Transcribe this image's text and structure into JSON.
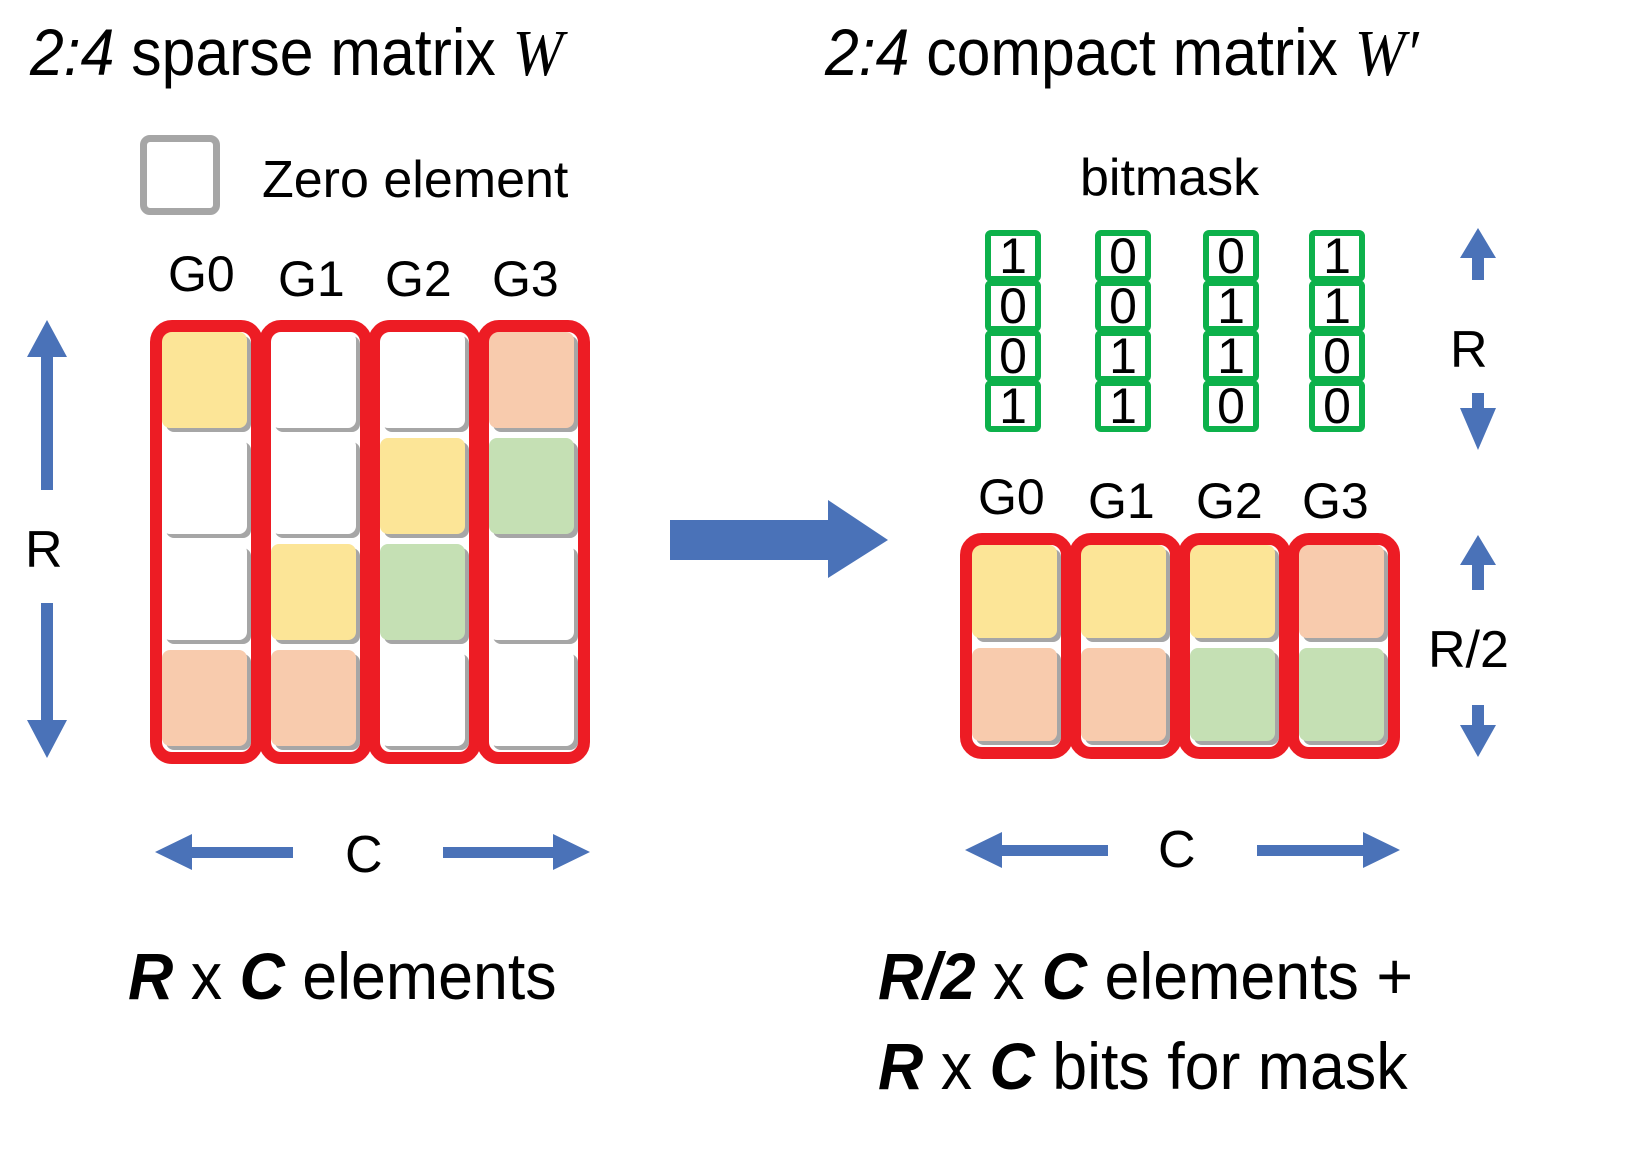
{
  "left": {
    "title_prefix": "2:4",
    "title_text": " sparse matrix ",
    "title_symbol": "W",
    "legend_label": "Zero element",
    "group_labels": [
      "G0",
      "G1",
      "G2",
      "G3"
    ],
    "row_label": "R",
    "col_label": "C",
    "matrix": [
      [
        "yellow",
        "zero",
        "zero",
        "orange"
      ],
      [
        "zero",
        "zero",
        "yellow",
        "green"
      ],
      [
        "zero",
        "yellow",
        "green",
        "zero"
      ],
      [
        "orange",
        "orange",
        "zero",
        "zero"
      ]
    ],
    "caption": {
      "r": "R",
      "x": " x ",
      "c": "C",
      "rest": " elements"
    }
  },
  "right": {
    "title_prefix": "2:4",
    "title_text": " compact matrix ",
    "title_symbol": "W′",
    "bitmask_label": "bitmask",
    "bitmask": [
      [
        "1",
        "0",
        "0",
        "1"
      ],
      [
        "0",
        "0",
        "1",
        "1"
      ],
      [
        "0",
        "1",
        "1",
        "0"
      ],
      [
        "1",
        "1",
        "0",
        "0"
      ]
    ],
    "bitmask_row_label": "R",
    "group_labels": [
      "G0",
      "G1",
      "G2",
      "G3"
    ],
    "row_label": "R/2",
    "col_label": "C",
    "matrix": [
      [
        "yellow",
        "yellow",
        "yellow",
        "orange"
      ],
      [
        "orange",
        "orange",
        "green",
        "green"
      ]
    ],
    "caption_line1": {
      "r": "R/2",
      "x": " x ",
      "c": "C",
      "rest": " elements +"
    },
    "caption_line2": {
      "r": "R",
      "x": " x ",
      "c": "C",
      "rest": " bits for mask"
    }
  },
  "colors": {
    "yellow": "#fce597",
    "orange": "#f8cbad",
    "green": "#c5e0b4",
    "zero": "#ffffff",
    "group_border": "#ed1c24",
    "bitmask_border": "#0db14b",
    "arrow": "#4a72b8",
    "cell_shadow": "#a6a6a6"
  }
}
